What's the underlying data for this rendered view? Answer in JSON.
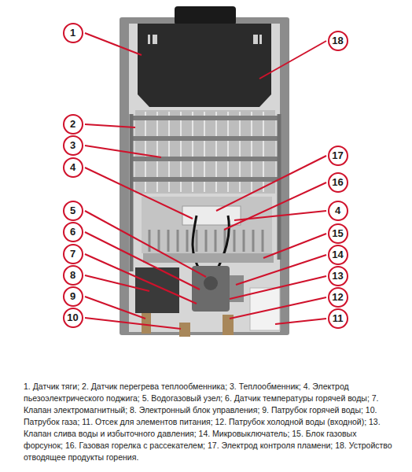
{
  "diagram": {
    "caption": "1. Датчик тяги; 2. Датчик перегрева теплообменника; 3. Теплообменник; 4. Электрод пьезоэлектрического поджига; 5. Водогазовый узел; 6. Датчик температуры горячей воды; 7. Клапан электромагнитный; 8. Электронный блок управления; 9. Патрубок горячей воды; 10. Патрубок газа; 11. Отсек для элементов питания; 12. Патрубок холодной воды (входной); 13. Клапан слива воды и избыточного давления; 14. Микровыключатель; 15. Блок газовых форсунок; 16. Газовая горелка с рассекателем; 17. Электрод контроля пламени; 18. Устройство отводящее продукты горения.",
    "labels": [
      "1",
      "18",
      "2",
      "3",
      "4",
      "17",
      "16",
      "5",
      "4",
      "6",
      "15",
      "7",
      "14",
      "8",
      "13",
      "9",
      "12",
      "10",
      "11"
    ]
  }
}
